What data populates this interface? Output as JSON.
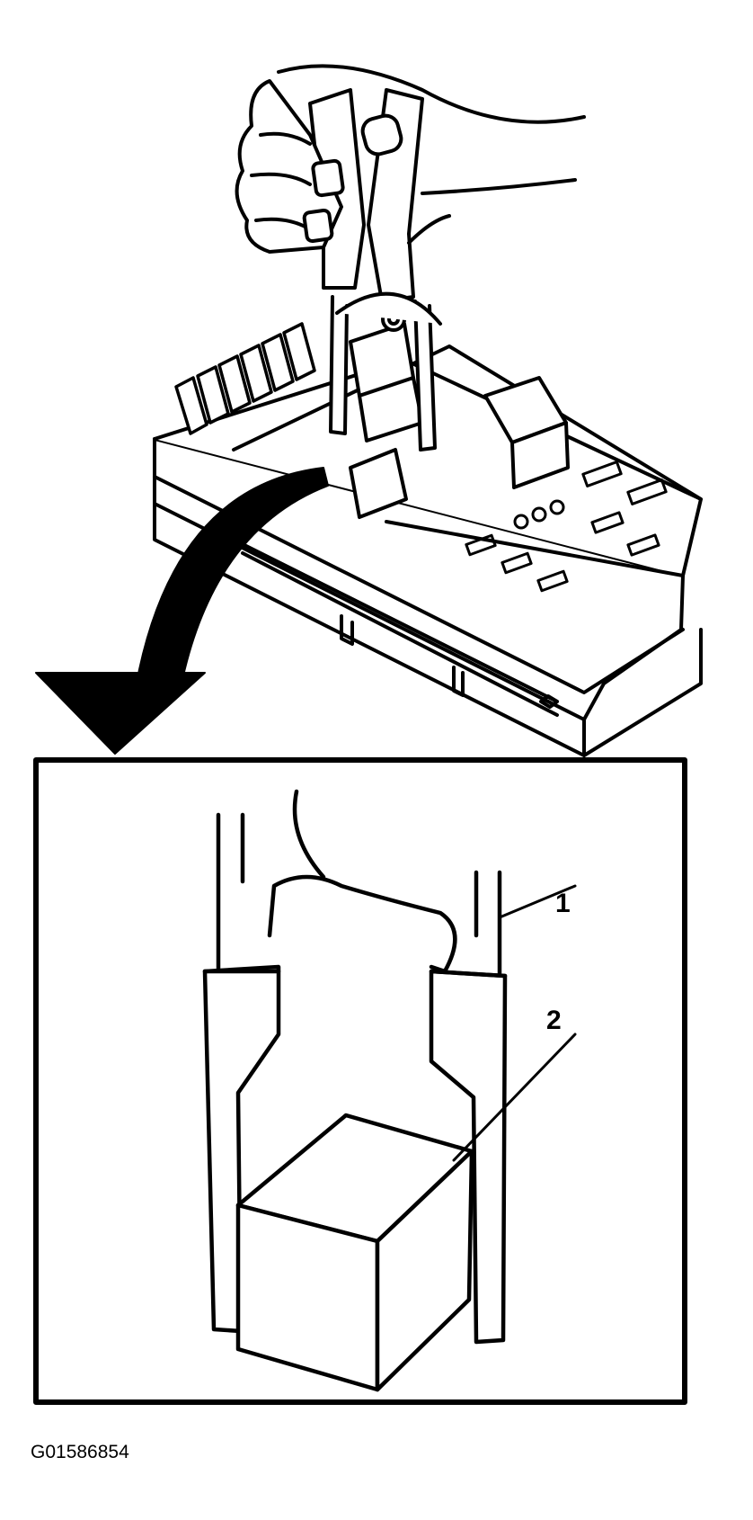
{
  "figure": {
    "id": "G01586854",
    "callouts": [
      {
        "number": "1",
        "refers_to": "puller-jaw-leg"
      },
      {
        "number": "2",
        "refers_to": "relay"
      }
    ]
  }
}
